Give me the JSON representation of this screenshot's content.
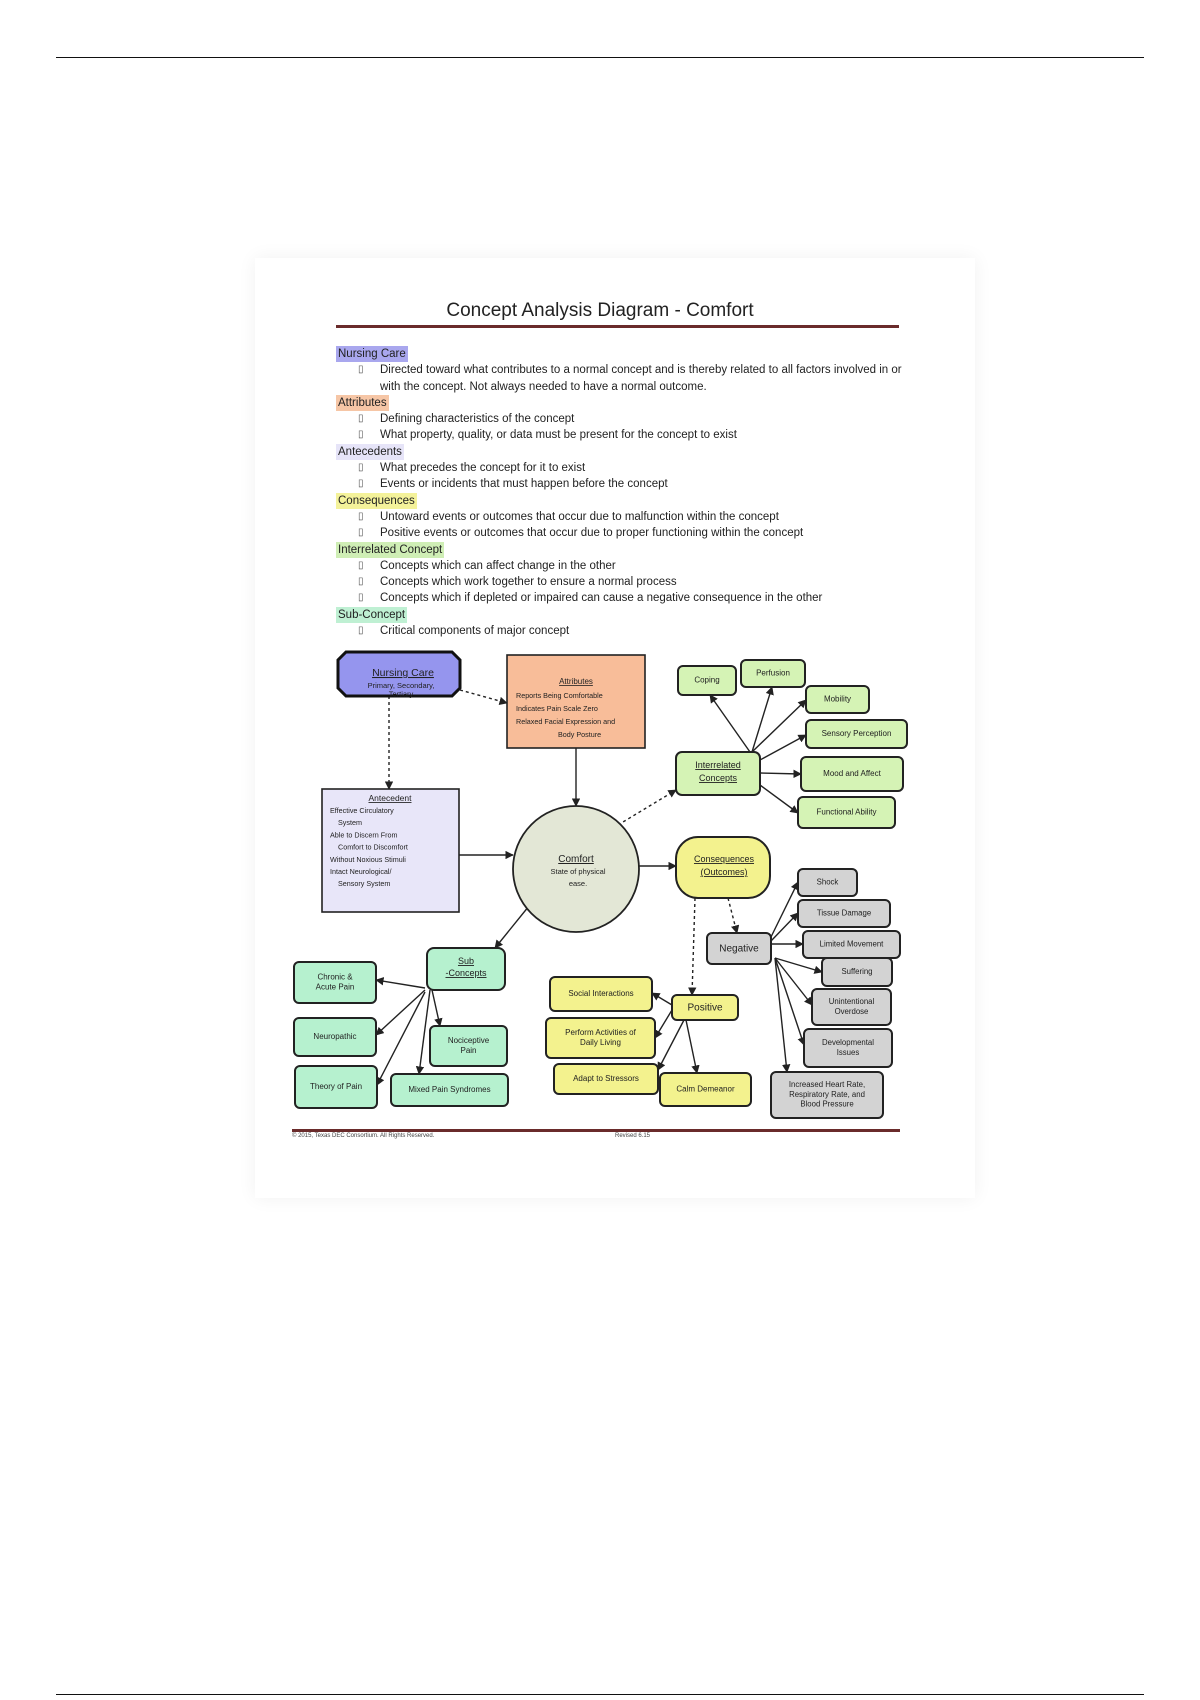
{
  "page": {
    "title": "Concept Analysis Diagram - Comfort",
    "footer_left": "© 2015, Texas DEC Consortium. All Rights Reserved.",
    "footer_right": "Revised 6.15"
  },
  "definitions": [
    {
      "heading": "Nursing Care",
      "color": "#a9a7ee",
      "items": [
        "Directed toward what contributes to a normal concept and is thereby related to all factors involved in or with the concept. Not always needed to have a normal outcome."
      ]
    },
    {
      "heading": "Attributes",
      "color": "#f6c6a6",
      "items": [
        "Defining characteristics of the concept",
        "What property, quality, or data must be present for the concept to exist"
      ]
    },
    {
      "heading": "Antecedents",
      "color": "#e6e4f8",
      "items": [
        "What precedes the concept for it to exist",
        "Events or incidents that must happen before the concept"
      ]
    },
    {
      "heading": "Consequences",
      "color": "#f4f29a",
      "items": [
        "Untoward events or outcomes that occur due to malfunction within the concept",
        "Positive events or outcomes that occur due to proper functioning within the concept"
      ]
    },
    {
      "heading": "Interrelated Concept",
      "color": "#cfeeb5",
      "items": [
        "Concepts which can affect change in the other",
        "Concepts which work together to ensure a normal process",
        "Concepts which if depleted or impaired can cause a negative consequence in the other"
      ]
    },
    {
      "heading": "Sub-Concept",
      "color": "#bff0d3",
      "items": [
        "Critical components of major concept"
      ]
    }
  ],
  "colors": {
    "nursing": "#9595ee",
    "attributes": "#f8bd99",
    "antecedent": "#e8e6f9",
    "comfort": "#e3e7d6",
    "consequence": "#f3f28e",
    "interrelated": "#d5f3b5",
    "negative": "#d3d3d3",
    "subconcept": "#b6f1cf"
  },
  "diagram": {
    "nursing_care": {
      "title": "Nursing Care",
      "lines": [
        "Primary, Secondary,",
        "Tertiary"
      ]
    },
    "attributes": {
      "title": "Attributes",
      "lines": [
        "Reports Being Comfortable",
        "Indicates Pain Scale Zero",
        "Relaxed Facial Expression and",
        "Body Posture"
      ]
    },
    "antecedent": {
      "title": "Antecedent",
      "lines": [
        "Effective Circulatory",
        "System",
        "Able to Discern From",
        "Comfort to Discomfort",
        "Without Noxious Stimuli",
        "Intact Neurological/",
        "Sensory System"
      ]
    },
    "comfort": {
      "title": "Comfort",
      "lines": [
        "State of physical",
        "ease."
      ]
    },
    "interrelated": {
      "lines": [
        "Interrelated",
        "Concepts"
      ]
    },
    "interrelated_items": [
      "Coping",
      "Perfusion",
      "Mobility",
      "Sensory Perception",
      "Mood and Affect",
      "Functional Ability"
    ],
    "consequences": {
      "lines": [
        "Consequences",
        "(Outcomes)"
      ]
    },
    "negative": "Negative",
    "negative_items": [
      "Shock",
      "Tissue Damage",
      "Limited Movement",
      "Suffering",
      "Unintentional Overdose",
      "Developmental Issues",
      "Increased Heart Rate, Respiratory Rate, and Blood Pressure"
    ],
    "positive": "Positive",
    "positive_items": [
      "Social Interactions",
      "Perform Activities of Daily Living",
      "Adapt to Stressors",
      "Calm Demeanor"
    ],
    "subconcepts": {
      "lines": [
        "Sub",
        "-Concepts"
      ]
    },
    "subconcept_items": [
      "Chronic & Acute Pain",
      "Neuropathic",
      "Theory of Pain",
      "Nociceptive Pain",
      "Mixed Pain Syndromes"
    ]
  }
}
